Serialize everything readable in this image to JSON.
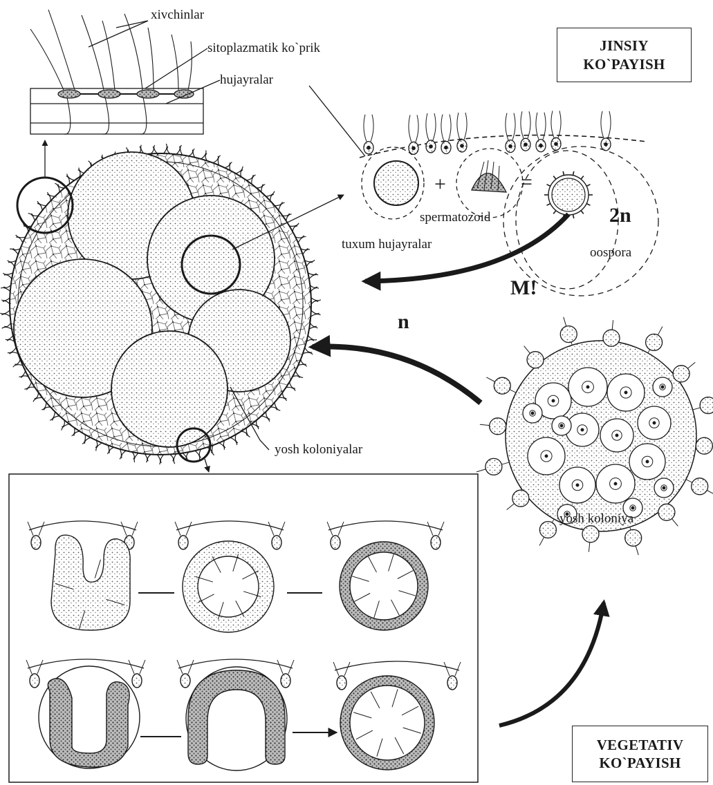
{
  "labels": {
    "flagella": "xivchinlar",
    "bridge": "sitoplazmatik ko`prik",
    "cells": "hujayralar",
    "sperm": "spermatozoid",
    "eggs": "tuxum hujayralar",
    "oospore": "oospora",
    "young_colonies": "yosh koloniyalar",
    "young_colony": "yosh koloniya"
  },
  "symbols": {
    "diploid": "2n",
    "haploid": "n",
    "meiosis": "M!",
    "plus": "+",
    "equals": "="
  },
  "sexual_box": {
    "line1": "JINSIY",
    "line2": "KO`PAYISH"
  },
  "vegetative_box": {
    "line1": "VEGETATIV",
    "line2": "KO`PAYISH"
  },
  "colors": {
    "ink": "#1a1a1a",
    "paper": "#ffffff",
    "shade": "#c8c8c8"
  }
}
